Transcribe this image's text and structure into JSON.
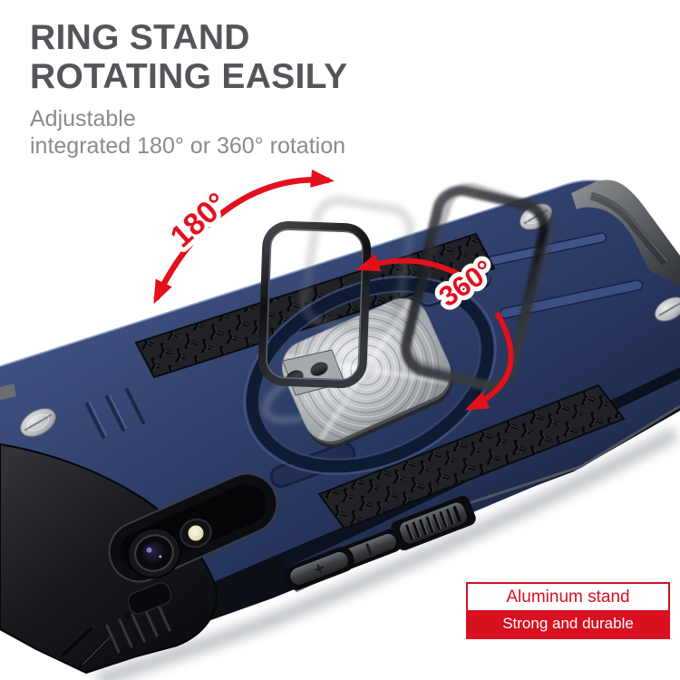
{
  "header": {
    "title_line1": "RING STAND",
    "title_line2": "ROTATING EASILY",
    "subtitle_line1": "Adjustable",
    "subtitle_line2": "integrated 180° or 360° rotation"
  },
  "annotations": {
    "rotation_upper": "180°",
    "rotation_lower": "360°"
  },
  "callout": {
    "title": "Aluminum stand",
    "subtitle": "Strong and durable"
  },
  "product": {
    "volume_up_mark": "+"
  },
  "colors": {
    "accent_red": "#e3101e",
    "callout_red": "#d8101f",
    "heading_gray": "#54555a",
    "subtitle_gray": "#8a8b8f",
    "case_blue": "#33436e",
    "case_blue_dark": "#1d2948",
    "aluminum_silver": "#c9cbce"
  }
}
